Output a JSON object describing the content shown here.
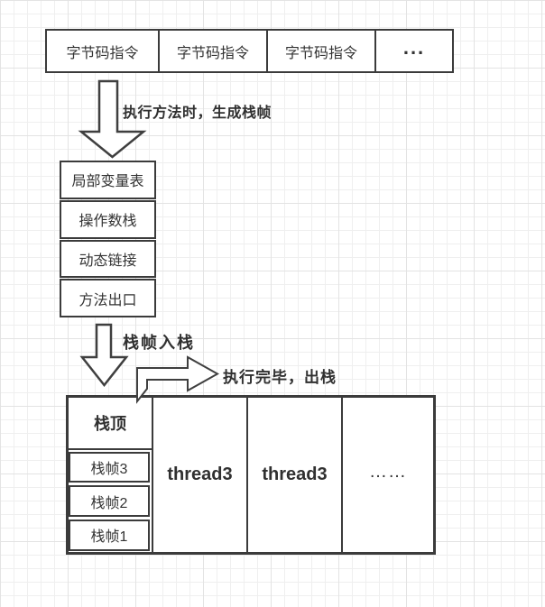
{
  "diagram": {
    "bytecode_cells": [
      "字节码指令",
      "字节码指令",
      "字节码指令",
      "..."
    ],
    "step1_label": "执行方法时，生成栈帧",
    "frame_cells": [
      "局部变量表",
      "操作数栈",
      "动态链接",
      "方法出口"
    ],
    "push_label": "栈帧入栈",
    "pop_label": "执行完毕，出栈",
    "stack": {
      "top_label": "栈顶",
      "frames": [
        "栈帧3",
        "栈帧2",
        "栈帧1"
      ]
    },
    "threads": [
      "thread3",
      "thread3",
      "……"
    ]
  },
  "colors": {
    "border": "#3b3b3b",
    "arrow_stroke": "#3f3f3f",
    "text": "#333333",
    "background": "#ffffff",
    "grid_minor": "#efefef",
    "grid_major": "#e3e3e3"
  }
}
